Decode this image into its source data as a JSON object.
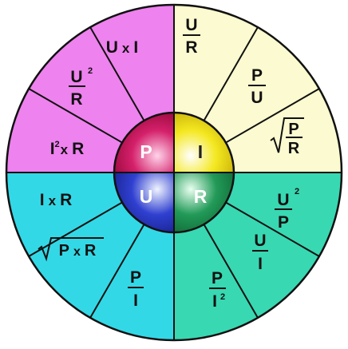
{
  "center": {
    "P": "P",
    "I": "I",
    "U": "U",
    "R": "R"
  },
  "colors": {
    "P": "#ee82ee",
    "I": "#fbfad0",
    "U": "#33d8e6",
    "R": "#38d8b2",
    "hub_P": "#c0103c",
    "hub_I": "#f0e020",
    "hub_U": "#2030b0",
    "hub_R": "#1a8a4c",
    "line": "#111111"
  },
  "formulas": {
    "p_ui": {
      "a": "U",
      "op": "x",
      "b": "I"
    },
    "p_u2r": {
      "num": "U",
      "exp": "2",
      "den": "R"
    },
    "p_i2r": {
      "a": "I",
      "exp": "2",
      "op": "x",
      "b": "R"
    },
    "i_ur": {
      "num": "U",
      "den": "R"
    },
    "i_pu": {
      "num": "P",
      "den": "U"
    },
    "i_sqrt_pr": {
      "num": "P",
      "den": "R"
    },
    "u_ir": {
      "a": "I",
      "op": "x",
      "b": "R"
    },
    "u_sqrt_pr": {
      "a": "P",
      "op": "x",
      "b": "R"
    },
    "u_pi": {
      "num": "P",
      "den": "I"
    },
    "r_u2p": {
      "num": "U",
      "exp": "2",
      "den": "P"
    },
    "r_ui": {
      "num": "U",
      "den": "I"
    },
    "r_pi2": {
      "num": "P",
      "den": "I",
      "exp": "2"
    }
  }
}
